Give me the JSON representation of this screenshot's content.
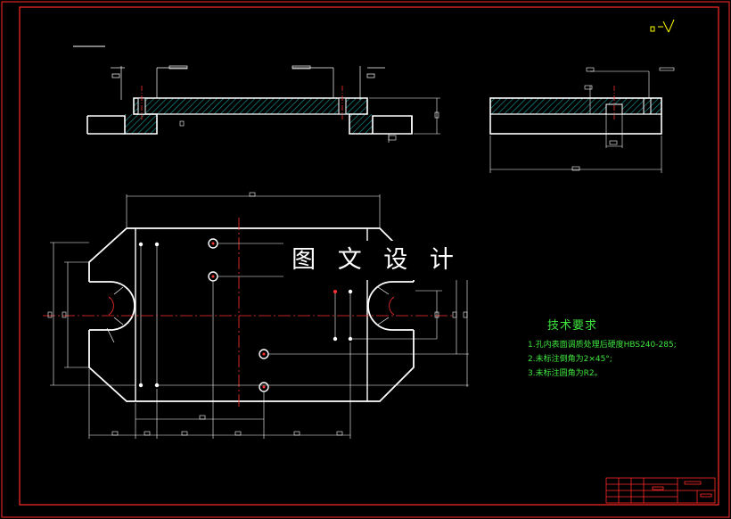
{
  "drawing": {
    "watermark_text": "图 文 设 计",
    "technical_requirements": {
      "title": "技术要求",
      "items": [
        "1.孔内表面调质处理后硬度HBS240-285;",
        "2.未标注倒角为2×45°;",
        "3.未标注圆角为R2。"
      ]
    },
    "colors": {
      "background": "#000000",
      "frame": "#ff2a2a",
      "outline": "#ffffff",
      "center_line": "#ff3030",
      "hatch": "#1aa3a3",
      "annotation": "#ffffff",
      "notes_text": "#3ee63e",
      "surface_symbol": "#ffff00"
    }
  }
}
